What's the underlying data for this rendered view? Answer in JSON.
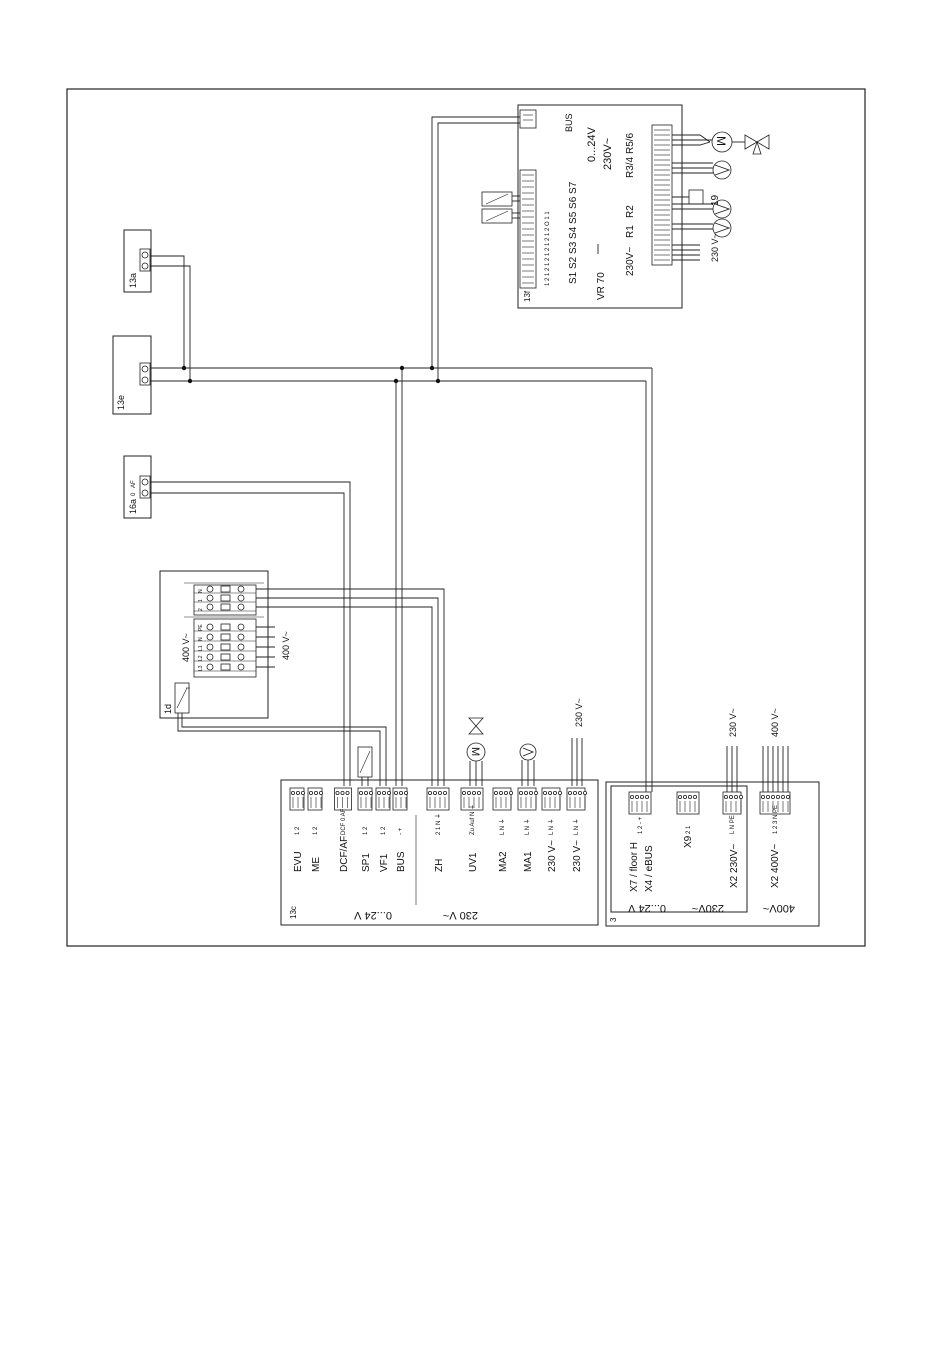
{
  "modules": {
    "m13a": "13a",
    "m13e": "13e",
    "m16a": "16a",
    "m16a_af": "AF",
    "m16a_0": "0",
    "m1d": "1d",
    "m1d_400a": "400 V~",
    "m1d_400b": "400 V~",
    "m13f": "13f",
    "m13c": "13c",
    "m3": "3",
    "m19": "19"
  },
  "vr70": {
    "title": "VR 70",
    "bus": "BUS",
    "v024": "0...24V",
    "v230": "230V~",
    "sensors": "S1 S2 S3  S4 S5 S6   S7",
    "relays_top": "R5/6",
    "relays_mid": "R3/4",
    "relays_r2": "R2",
    "relays_r1": "R1",
    "v230_left": "230V~",
    "v230_out": "230 V~",
    "term_nums": "1 2 1 2 1 2 1 2 1 2 1 2  O 1 1"
  },
  "controller": {
    "labels": [
      "EVU",
      "ME",
      "DCF/AF",
      "SP1",
      "VF1",
      "BUS",
      "ZH",
      "UV1",
      "MA2",
      "MA1",
      "230 V~",
      "230 V~"
    ],
    "pins": [
      "1  2",
      "1  2",
      "DCF 0 AF",
      "1  2",
      "1  2",
      "-  +",
      "2 1 N ⏚",
      "Zu Auf N ⏚",
      "L N ⏚",
      "L N ⏚",
      "L N ⏚",
      "L N ⏚"
    ],
    "zone_low": "0...24 V",
    "zone_high": "230 V~",
    "feed_230": "230 V~"
  },
  "terminal_box": {
    "labels": [
      "X7 / floor H",
      "X4 / eBUS",
      "X9",
      "X2  230V~",
      "X2  400V~"
    ],
    "zone_low": "0...24 V",
    "zone_230": "230V~",
    "zone_400": "400V~",
    "feed_230": "230 V~",
    "feed_400": "400 V~"
  },
  "strip_1d": {
    "rows_top": [
      "N",
      "1",
      "2"
    ],
    "rows_bot": [
      "PE",
      "N",
      "L1",
      "L2",
      "L3"
    ]
  },
  "icons": [
    "motor-icon",
    "pump-icon",
    "mixing-valve-icon",
    "sensor-icon"
  ]
}
